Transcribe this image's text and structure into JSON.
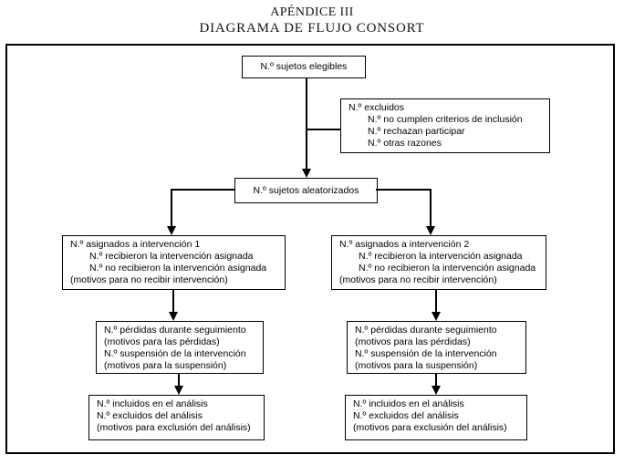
{
  "title": {
    "line1": "APÉNDICE III",
    "line2": "DIAGRAMA DE FLUJO CONSORT"
  },
  "colors": {
    "ink": "#000000",
    "background": "#ffffff"
  },
  "flowchart": {
    "eligible": {
      "line1": "N.º sujetos elegibles"
    },
    "excluded": {
      "line1": "N.º excluidos",
      "line2": "N.º no cumplen criterios de inclusión",
      "line3": "N.º rechazan participar",
      "line4": "N.º otras razones"
    },
    "randomized": {
      "line1": "N.º sujetos aleatorizados"
    },
    "intervention1": {
      "line1": "N.º asignados a intervención 1",
      "line2": "N.º recibieron la intervención asignada",
      "line3": "N.º no recibieron la intervención asignada",
      "line4": "(motivos para no recibir intervención)"
    },
    "intervention2": {
      "line1": "N.º asignados a intervención 2",
      "line2": "N.º recibieron la intervención asignada",
      "line3": "N.º no recibieron la intervención asignada",
      "line4": "(motivos para no recibir intervención)"
    },
    "followup1": {
      "line1": "N.º pérdidas durante seguimiento",
      "line2": "(motivos para las pérdidas)",
      "line3": "N.º suspensión de la intervención",
      "line4": "(motivos para la suspensión)"
    },
    "followup2": {
      "line1": "N.º pérdidas durante seguimiento",
      "line2": "(motivos para las pérdidas)",
      "line3": "N.º suspensión de la intervención",
      "line4": "(motivos para la suspensión)"
    },
    "analysis1": {
      "line1": "N.º incluidos en el análisis",
      "line2": "N.º excluidos del análisis",
      "line3": "(motivos para exclusión del análisis)"
    },
    "analysis2": {
      "line1": "N.º incluidos en el análisis",
      "line2": "N.º excluidos del análisis",
      "line3": "(motivos para exclusión del análisis)"
    }
  }
}
